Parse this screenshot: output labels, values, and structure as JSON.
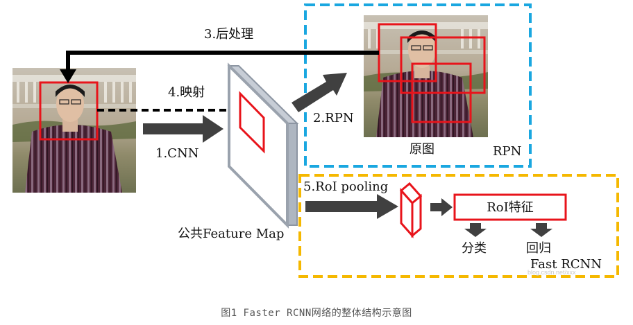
{
  "labels": {
    "post_process": "3.后处理",
    "mapping": "4.映射",
    "rpn_step": "2.RPN",
    "cnn_step": "1.CNN",
    "original_image": "原图",
    "rpn_box": "RPN",
    "roi_pooling": "5.RoI pooling",
    "roi_feature": "RoI特征",
    "shared_feature_map": "公共Feature Map",
    "classification": "分类",
    "regression": "回归",
    "fast_rcnn_box": "Fast RCNN"
  },
  "caption": "图1 Faster RCNN网络的整体结构示意图",
  "watermark": "blog.csdn.net/xxx",
  "colors": {
    "rpn_border": "#1aa7e0",
    "fast_rcnn_border": "#f5b800",
    "box_red": "#e8141b",
    "arrow_dark": "#404040",
    "feature_map_edge": "#9aa2ad"
  }
}
